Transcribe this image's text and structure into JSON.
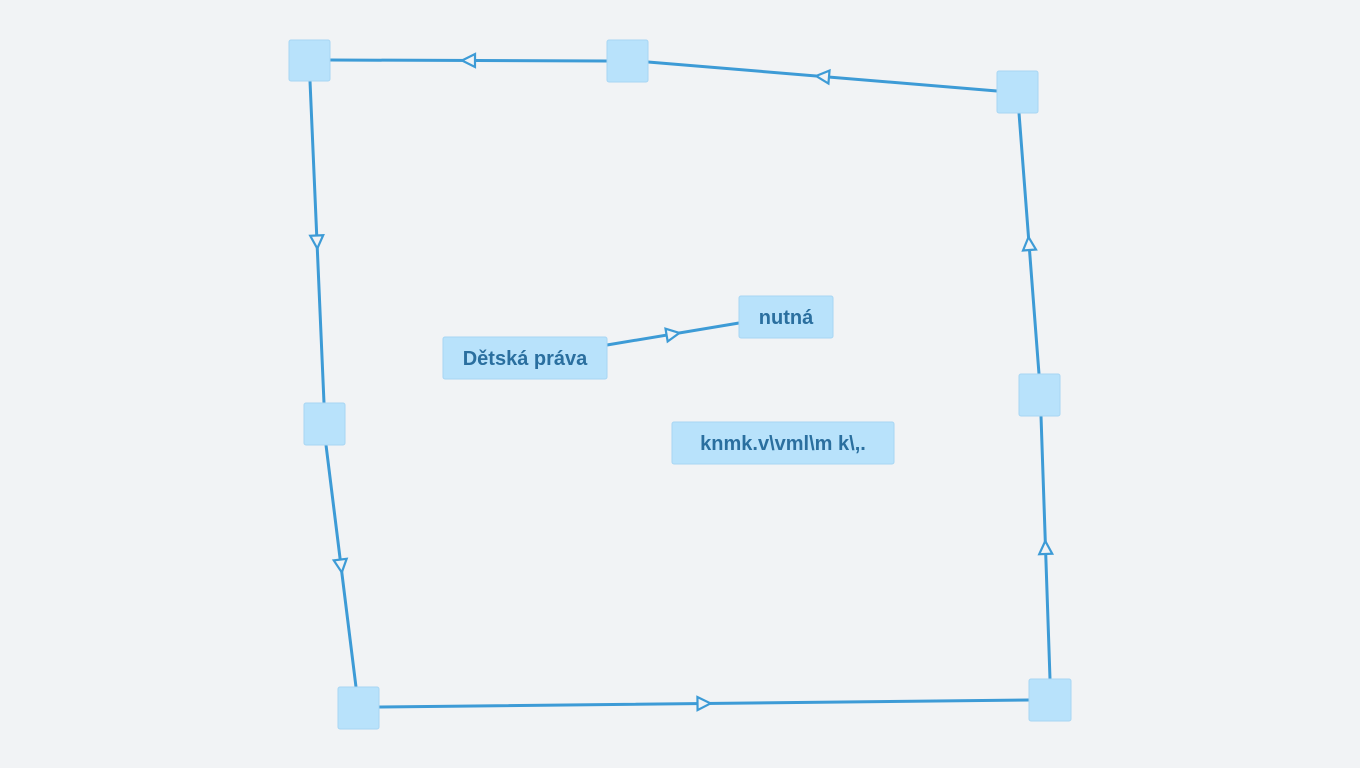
{
  "diagram": {
    "colors": {
      "background": "#f1f3f5",
      "node_fill": "#b8e2fb",
      "edge": "#3d9bd6",
      "label": "#2a6f9f"
    },
    "nodes": [
      {
        "id": "n_top_left",
        "label": ""
      },
      {
        "id": "n_top_mid",
        "label": ""
      },
      {
        "id": "n_top_right",
        "label": ""
      },
      {
        "id": "n_left_mid",
        "label": ""
      },
      {
        "id": "n_right_mid",
        "label": ""
      },
      {
        "id": "n_bottom_left",
        "label": ""
      },
      {
        "id": "n_bottom_right",
        "label": ""
      },
      {
        "id": "n_detska",
        "label": "Dětská práva"
      },
      {
        "id": "n_nutna",
        "label": "nutná"
      },
      {
        "id": "n_knmk",
        "label": "knmk.v\\vml\\m k\\,."
      }
    ],
    "edges": [
      {
        "from": "n_top_right",
        "to": "n_top_mid"
      },
      {
        "from": "n_top_mid",
        "to": "n_top_left"
      },
      {
        "from": "n_top_left",
        "to": "n_left_mid"
      },
      {
        "from": "n_left_mid",
        "to": "n_bottom_left"
      },
      {
        "from": "n_bottom_left",
        "to": "n_bottom_right"
      },
      {
        "from": "n_bottom_right",
        "to": "n_right_mid"
      },
      {
        "from": "n_right_mid",
        "to": "n_top_right"
      },
      {
        "from": "n_detska",
        "to": "n_nutna"
      }
    ]
  }
}
